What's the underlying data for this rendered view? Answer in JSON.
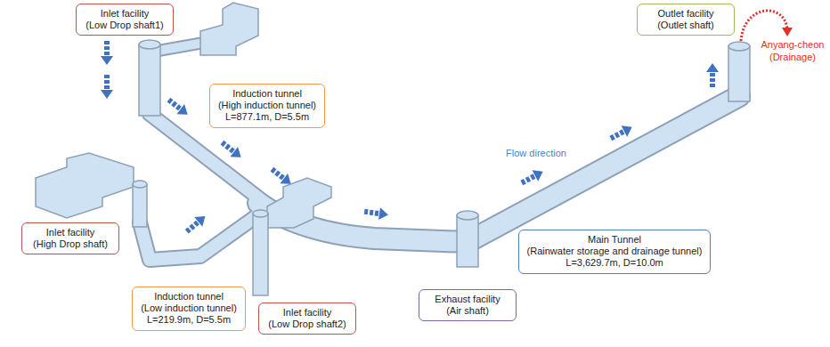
{
  "diagram": {
    "nodes": [
      {
        "text": [
          "Inlet facility",
          "(Low Drop shaft1)"
        ]
      },
      {
        "text": [
          "Induction tunnel",
          "(High induction tunnel)",
          "L=877.1m, D=5.5m"
        ]
      },
      {
        "text": [
          "Inlet facility",
          "(High Drop shaft)"
        ]
      },
      {
        "text": [
          "Induction tunnel",
          "(Low induction tunnel)",
          "L=219.9m, D=5.5m"
        ]
      },
      {
        "text": [
          "Inlet facility",
          "(Low Drop shaft2)"
        ]
      },
      {
        "text": [
          "Exhaust facility",
          "(Air shaft)"
        ]
      },
      {
        "text": [
          "Main Tunnel",
          "(Rainwater storage and drainage tunnel)",
          "L=3,629.7m, D=10.0m"
        ]
      },
      {
        "text": [
          "Outlet facility",
          "(Outlet shaft)"
        ]
      }
    ],
    "labels": [
      "Flow direction",
      "Anyang-cheon",
      "(Drainage)"
    ]
  }
}
